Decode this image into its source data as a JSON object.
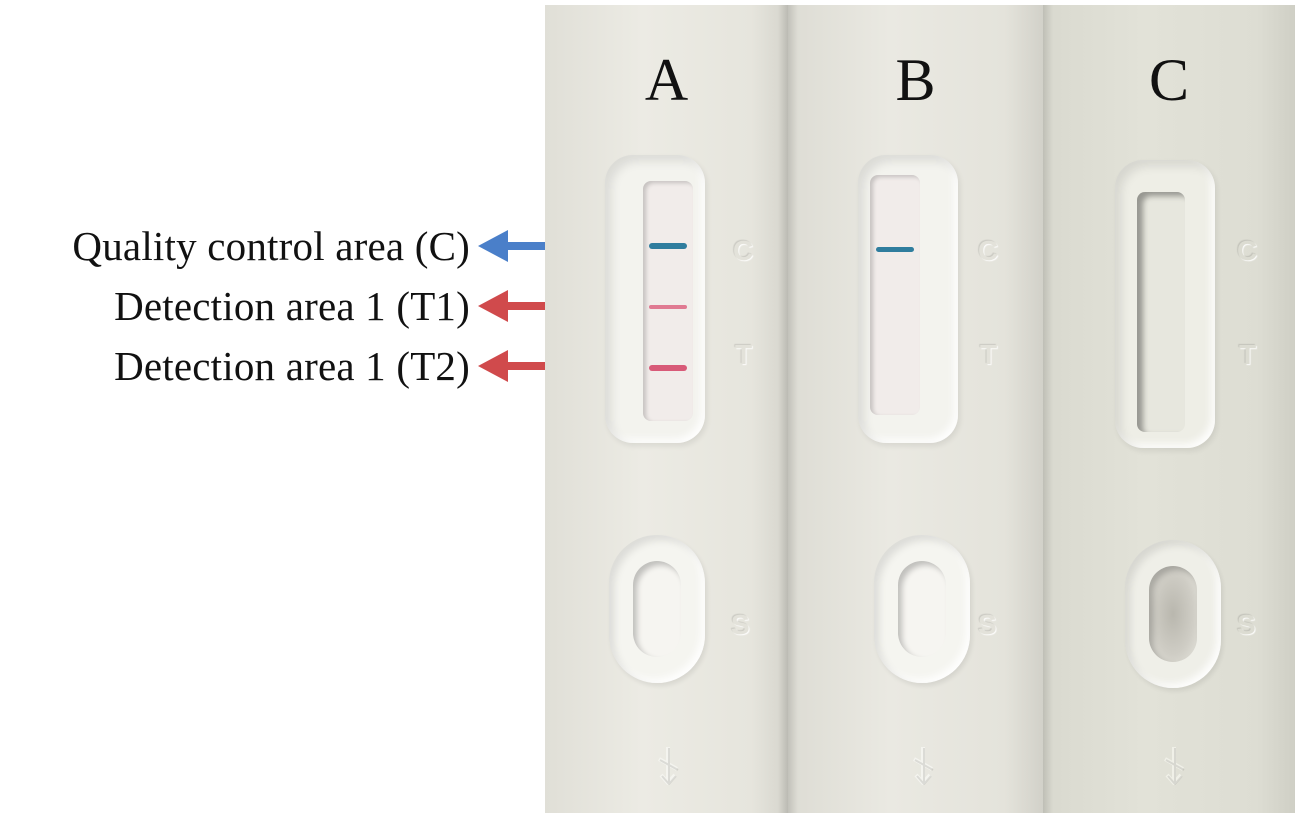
{
  "annotations": [
    {
      "text": "Quality control area (C)",
      "arrow_color": "#4a7fc9"
    },
    {
      "text": "Detection area 1 (T1)",
      "arrow_color": "#d04a4c"
    },
    {
      "text": "Detection area 1 (T2)",
      "arrow_color": "#d04a4c"
    }
  ],
  "cassettes": [
    {
      "letter": "A",
      "control_line": true,
      "test_line_1": true,
      "test_line_2": true
    },
    {
      "letter": "B",
      "control_line": true,
      "test_line_1": false,
      "test_line_2": false
    },
    {
      "letter": "C",
      "control_line": false,
      "test_line_1": false,
      "test_line_2": false
    }
  ],
  "embossed": {
    "control": "C",
    "test": "T",
    "sample": "S"
  },
  "colors": {
    "control_band": "#2f7d9e",
    "test_band": "#d85a78"
  }
}
